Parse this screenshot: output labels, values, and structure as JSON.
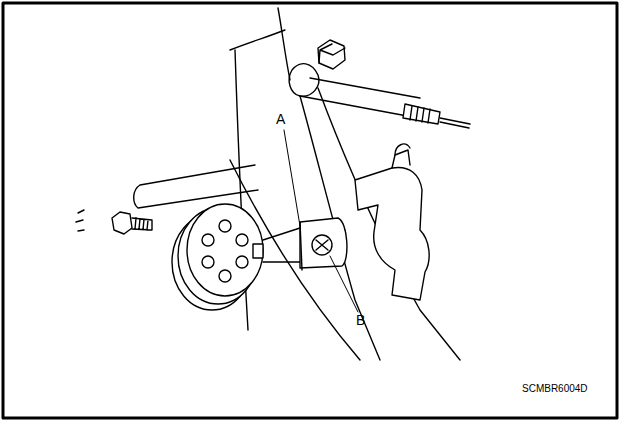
{
  "diagram": {
    "labels": [
      "A",
      "B",
      "SCMBR6004D"
    ]
  }
}
